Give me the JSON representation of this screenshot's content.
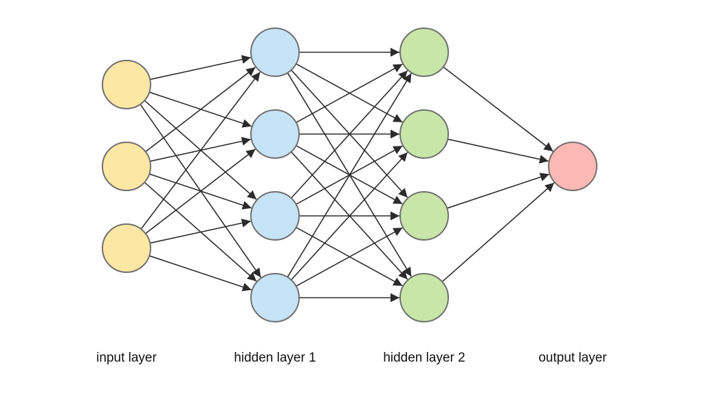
{
  "layers": [
    {
      "label": "input layer",
      "nodes": 3,
      "color": "#fde7a4"
    },
    {
      "label": "hidden layer 1",
      "nodes": 4,
      "color": "#c7e3f6"
    },
    {
      "label": "hidden layer 2",
      "nodes": 4,
      "color": "#c8e6a8"
    },
    {
      "label": "output layer",
      "nodes": 1,
      "color": "#fcb8b4"
    }
  ],
  "connectivity": "fully-connected",
  "edge_color": "#2b2b2b",
  "node_outline_color": "#6f6f6f"
}
